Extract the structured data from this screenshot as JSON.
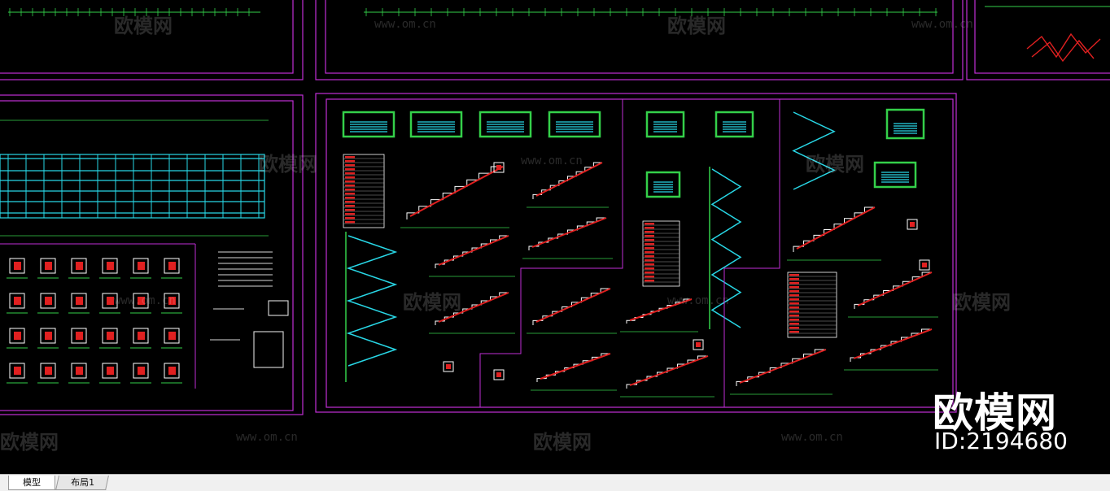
{
  "app": {
    "watermark_brand": "欧模网",
    "watermark_url": "www.om.cn",
    "brand_label": "欧模网",
    "asset_id": "ID:2194680"
  },
  "tabs": [
    {
      "label": "模型",
      "active": true
    },
    {
      "label": "布局1",
      "active": false
    }
  ],
  "colors": {
    "background": "#000000",
    "frame": "#c02ed6",
    "cyan": "#28d7e6",
    "red": "#e02020",
    "green": "#34d04a",
    "white": "#ffffff"
  }
}
